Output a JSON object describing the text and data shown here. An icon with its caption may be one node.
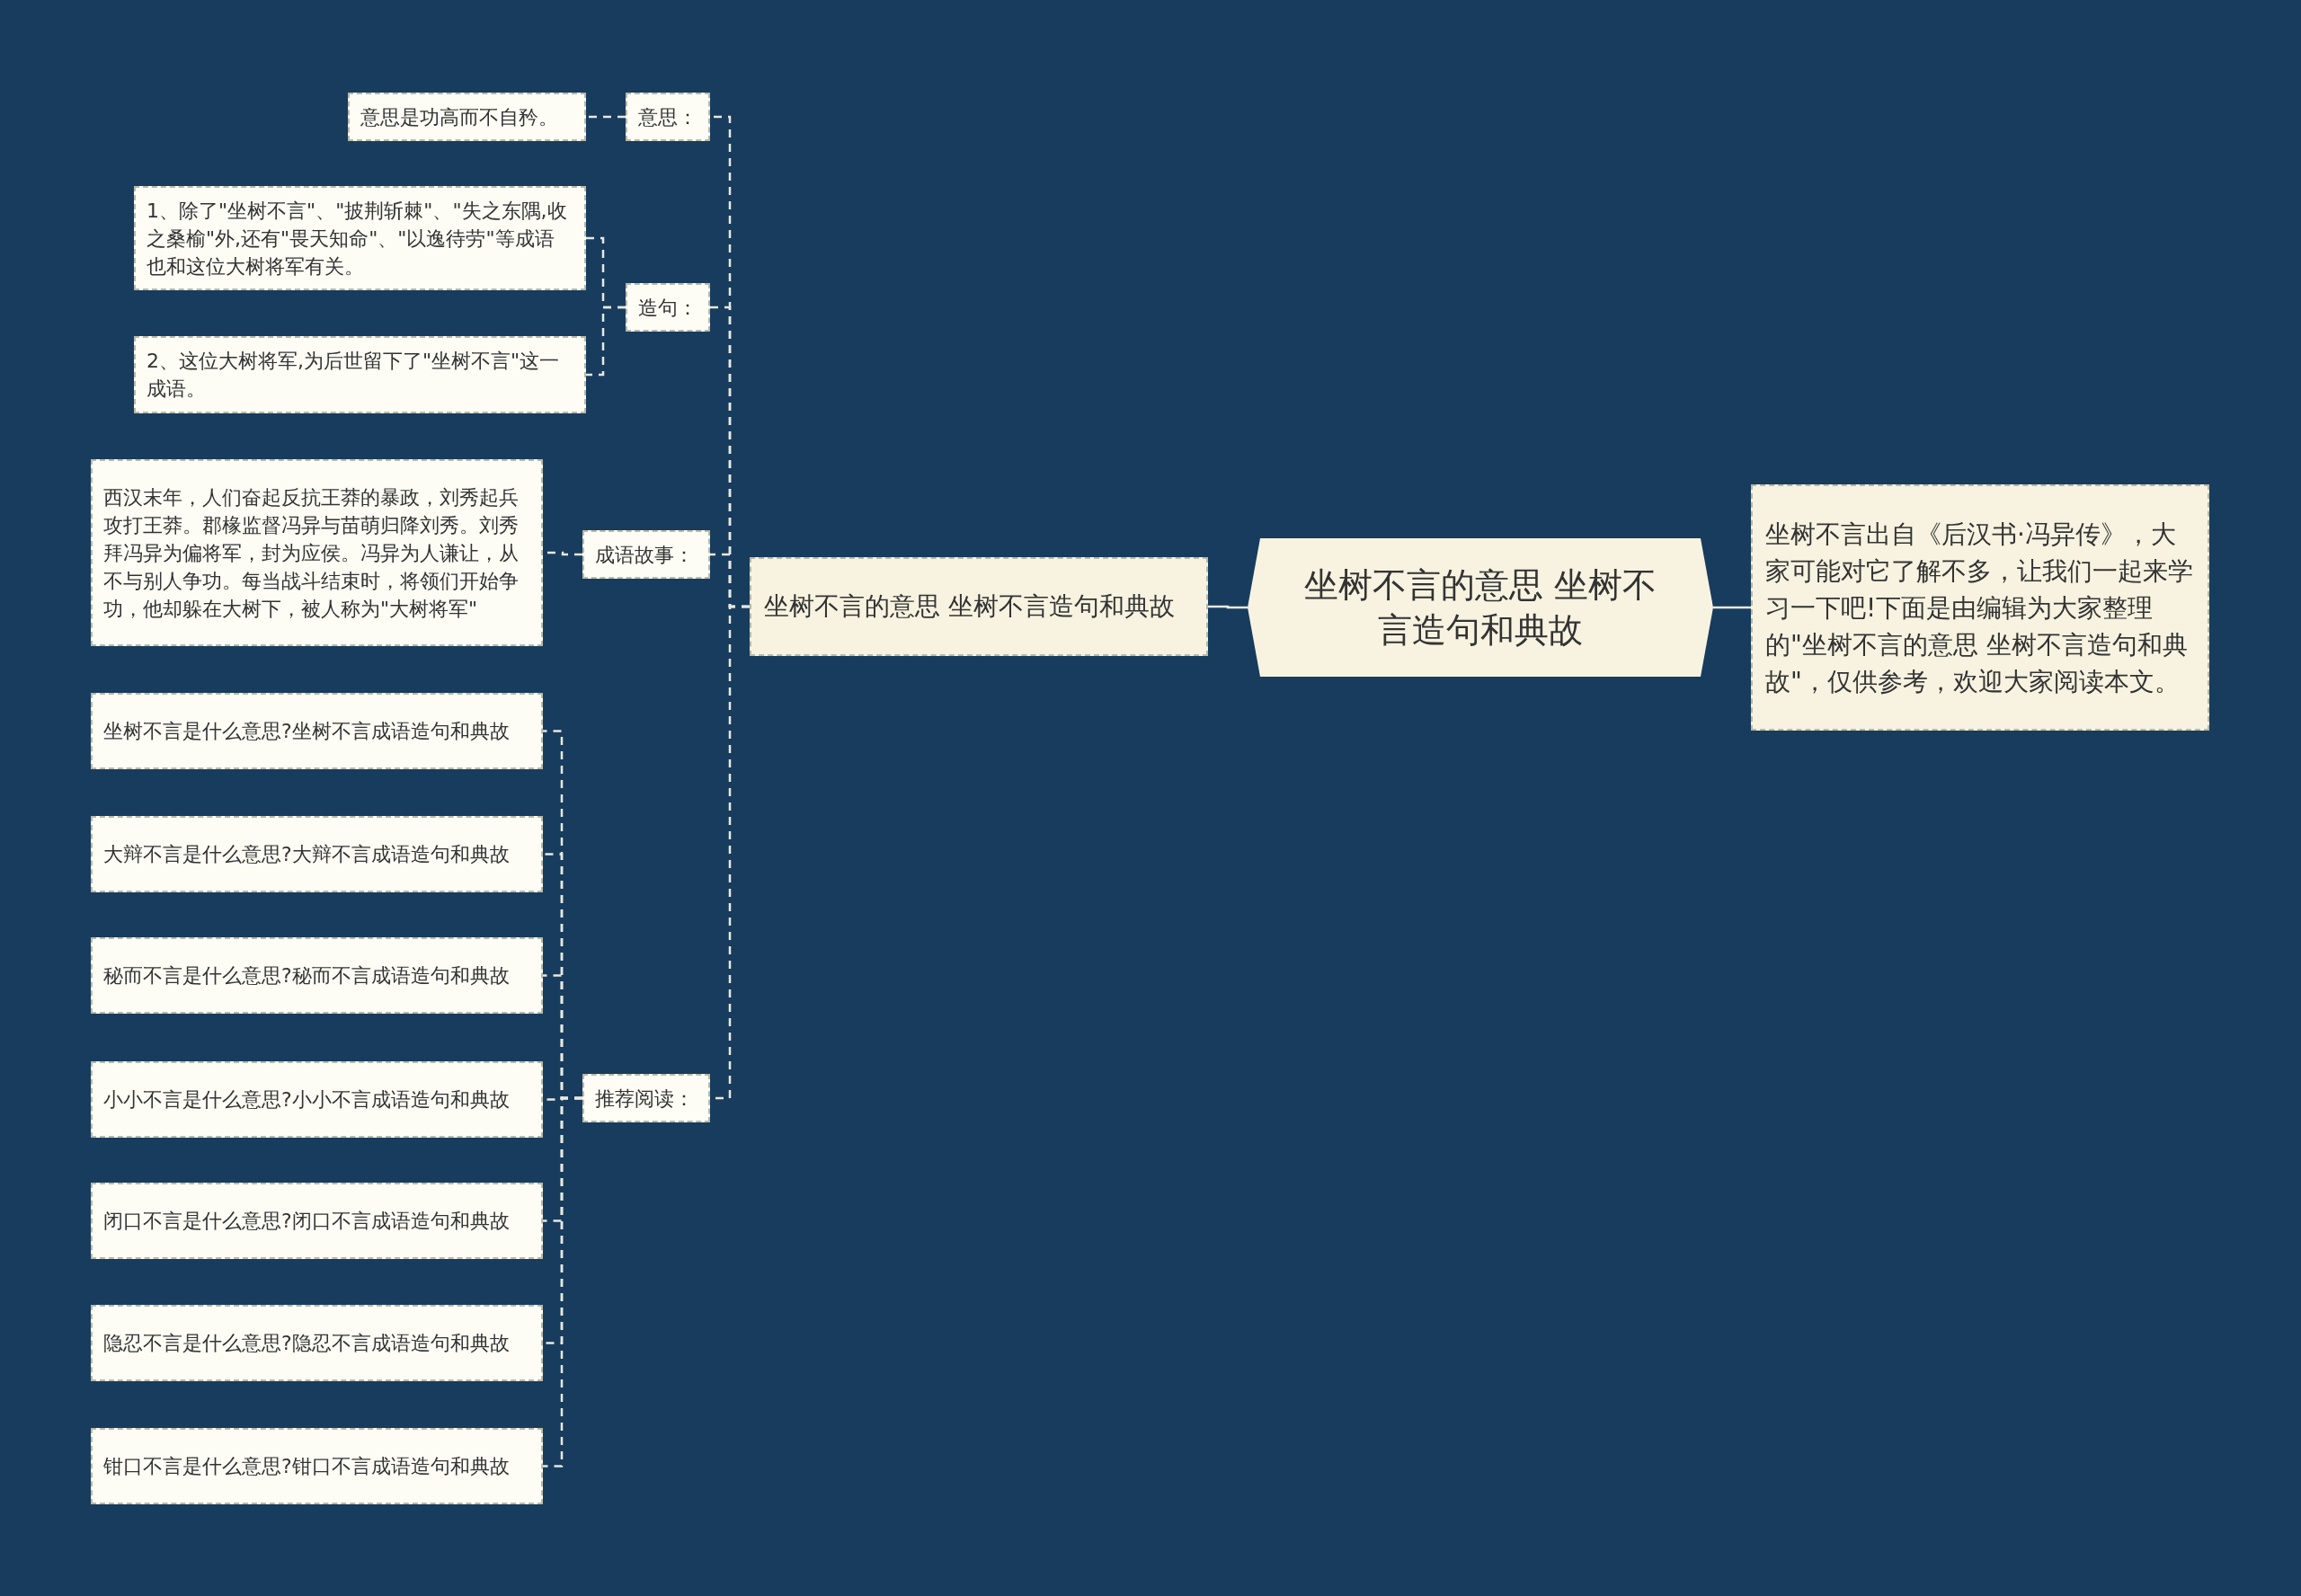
{
  "diagram": {
    "nodes": [
      {
        "text": [
          "坐树不言的意思 坐树不言造句和典故"
        ]
      },
      {
        "text": [
          "坐树不言出自《后汉书·冯异传》，大家可能对它了解不多，让我们一起来学习一下吧!下面是由编辑为大家整理的\"坐树不言的意思 坐树不言造句和典故\"，仅供参考，欢迎大家阅读本文。"
        ]
      },
      {
        "text": [
          "坐树不言的意思 坐树不言造句和典故"
        ]
      },
      {
        "text": [
          "意思："
        ]
      },
      {
        "text": [
          "意思是功高而不自矜。"
        ]
      },
      {
        "text": [
          "造句："
        ]
      },
      {
        "text": [
          "1、除了\"坐树不言\"、\"披荆斩棘\"、\"失之东隅,收之桑榆\"外,还有\"畏天知命\"、\"以逸待劳\"等成语也和这位大树将军有关。"
        ]
      },
      {
        "text": [
          "2、这位大树将军,为后世留下了\"坐树不言\"这一成语。"
        ]
      },
      {
        "text": [
          "成语故事："
        ]
      },
      {
        "text": [
          "西汉末年，人们奋起反抗王莽的暴政，刘秀起兵攻打王莽。郡椽监督冯异与苗萌归降刘秀。刘秀拜冯异为偏将军，封为应侯。冯异为人谦让，从不与别人争功。每当战斗结束时，将领们开始争功，他却躲在大树下，被人称为\"大树将军\""
        ]
      },
      {
        "text": [
          "推荐阅读："
        ]
      },
      {
        "text": [
          "坐树不言是什么意思?坐树不言成语造句和典故"
        ]
      },
      {
        "text": [
          "大辩不言是什么意思?大辩不言成语造句和典故"
        ]
      },
      {
        "text": [
          "秘而不言是什么意思?秘而不言成语造句和典故"
        ]
      },
      {
        "text": [
          "小小不言是什么意思?小小不言成语造句和典故"
        ]
      },
      {
        "text": [
          "闭口不言是什么意思?闭口不言成语造句和典故"
        ]
      },
      {
        "text": [
          "隐忍不言是什么意思?隐忍不言成语造句和典故"
        ]
      },
      {
        "text": [
          "钳口不言是什么意思?钳口不言成语造句和典故"
        ]
      }
    ],
    "edges": [
      {
        "from": 0,
        "to": 1,
        "arrow": "none"
      },
      {
        "from": 0,
        "to": 2,
        "arrow": "none"
      },
      {
        "from": 2,
        "to": 3,
        "arrow": "none",
        "style": "dashed"
      },
      {
        "from": 3,
        "to": 4,
        "arrow": "none",
        "style": "dashed"
      },
      {
        "from": 2,
        "to": 5,
        "arrow": "none",
        "style": "dashed"
      },
      {
        "from": 5,
        "to": 6,
        "arrow": "none",
        "style": "dashed"
      },
      {
        "from": 5,
        "to": 7,
        "arrow": "none",
        "style": "dashed"
      },
      {
        "from": 2,
        "to": 8,
        "arrow": "none",
        "style": "dashed"
      },
      {
        "from": 8,
        "to": 9,
        "arrow": "none",
        "style": "dashed"
      },
      {
        "from": 2,
        "to": 10,
        "arrow": "none",
        "style": "dashed"
      },
      {
        "from": 10,
        "to": 11,
        "arrow": "none",
        "style": "dashed"
      },
      {
        "from": 10,
        "to": 12,
        "arrow": "none",
        "style": "dashed"
      },
      {
        "from": 10,
        "to": 13,
        "arrow": "none",
        "style": "dashed"
      },
      {
        "from": 10,
        "to": 14,
        "arrow": "none",
        "style": "dashed"
      },
      {
        "from": 10,
        "to": 15,
        "arrow": "none",
        "style": "dashed"
      },
      {
        "from": 10,
        "to": 16,
        "arrow": "none",
        "style": "dashed"
      },
      {
        "from": 10,
        "to": 17,
        "arrow": "none",
        "style": "dashed"
      }
    ]
  }
}
